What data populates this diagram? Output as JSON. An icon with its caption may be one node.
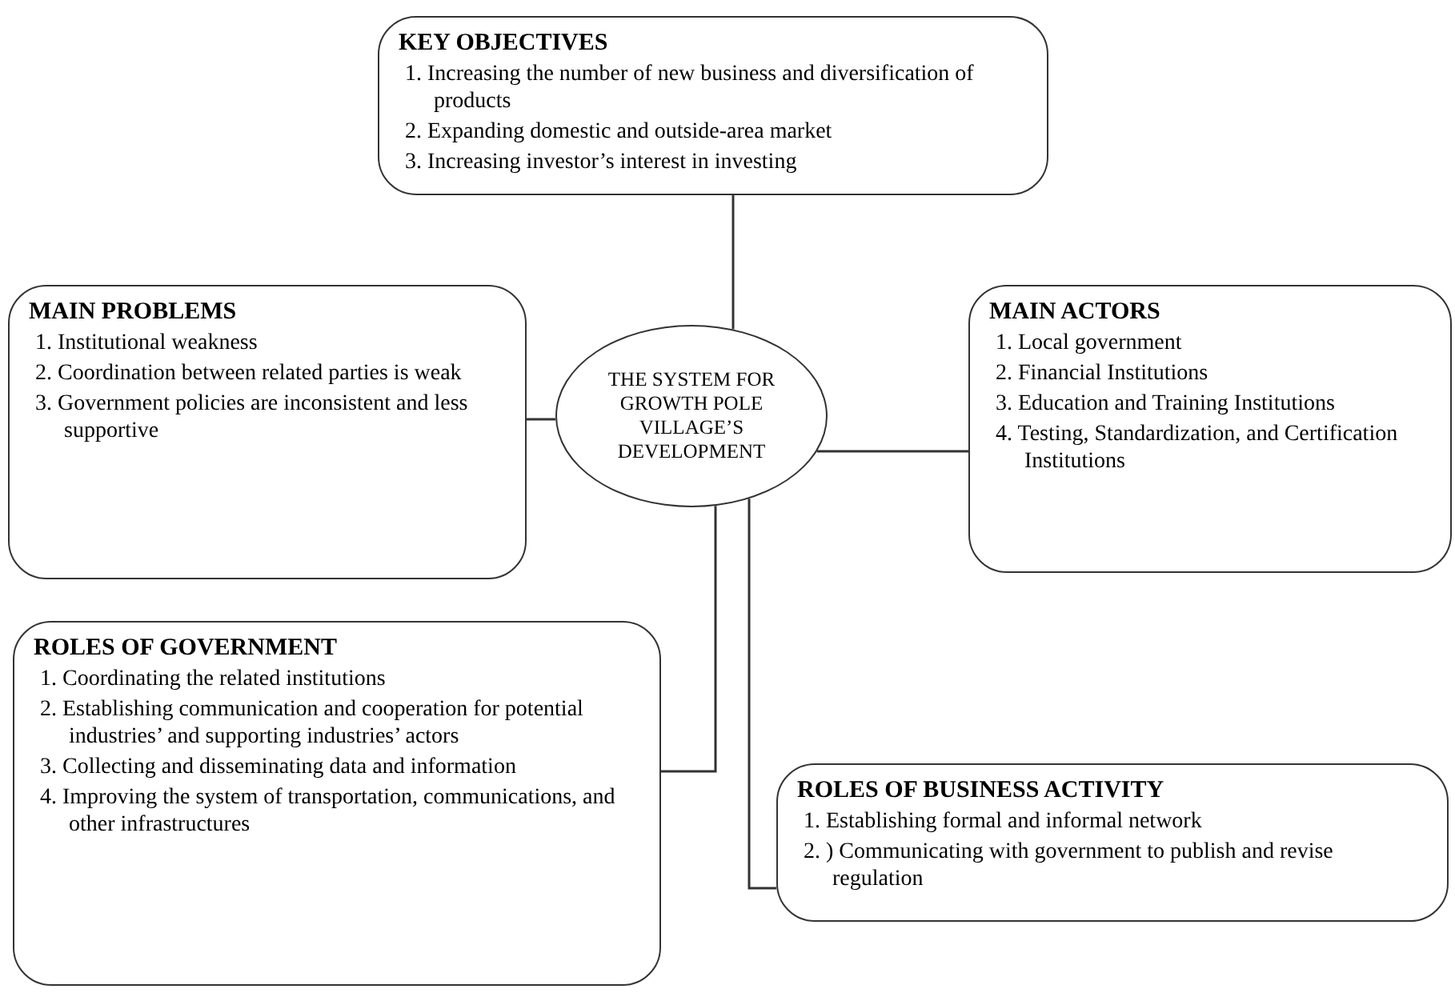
{
  "diagram": {
    "nodes": [
      {
        "text": [
          "KEY OBJECTIVES",
          "1. Increasing the number of new business and diversification of products",
          "2. Expanding domestic and outside-area market",
          "3. Increasing investor’s interest in investing"
        ]
      },
      {
        "text": [
          "MAIN PROBLEMS",
          "1. Institutional weakness",
          "2. Coordination between related parties is weak",
          "3. Government policies are inconsistent and less supportive"
        ]
      },
      {
        "text": [
          "THE SYSTEM FOR GROWTH POLE VILLAGE’S DEVELOPMENT"
        ]
      },
      {
        "text": [
          "MAIN ACTORS",
          "1. Local government",
          "2. Financial Institutions",
          "3. Education and Training Institutions",
          "4. Testing, Standardization, and Certification Institutions"
        ]
      },
      {
        "text": [
          "ROLES OF GOVERNMENT",
          "1. Coordinating the related institutions",
          "2. Establishing communication and cooperation for potential industries’ and supporting industries’ actors",
          "3. Collecting and disseminating data and information",
          "4. Improving the system of transportation, communications, and other infrastructures"
        ]
      },
      {
        "text": [
          "ROLES OF BUSINESS ACTIVITY",
          "1. Establishing formal and informal network",
          "2. ) Communicating with government to publish and revise regulation"
        ]
      }
    ],
    "edges": [
      {
        "from": 2,
        "to": 0,
        "arrow": "none"
      },
      {
        "from": 2,
        "to": 1,
        "arrow": "none"
      },
      {
        "from": 2,
        "to": 3,
        "arrow": "none"
      },
      {
        "from": 2,
        "to": 4,
        "arrow": "none"
      },
      {
        "from": 2,
        "to": 5,
        "arrow": "none"
      }
    ]
  }
}
